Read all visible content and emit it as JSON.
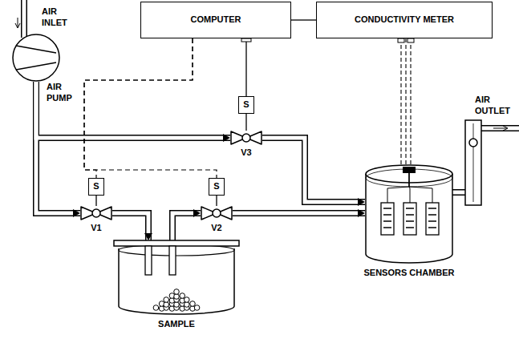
{
  "diagram": {
    "nodes": [
      {
        "text": [
          "COMPUTER"
        ]
      },
      {
        "text": [
          "CONDUCTIVITY METER"
        ]
      },
      {
        "text": [
          "AIR PUMP"
        ]
      },
      {
        "text": [
          "S"
        ]
      },
      {
        "text": [
          "V3"
        ]
      },
      {
        "text": [
          "S"
        ]
      },
      {
        "text": [
          "S"
        ]
      },
      {
        "text": [
          "V1"
        ]
      },
      {
        "text": [
          "V2"
        ]
      },
      {
        "text": [
          "SENSORS CHAMBER"
        ]
      },
      {
        "text": [
          "SAMPLE"
        ]
      }
    ],
    "edges": [
      {
        "from": 0,
        "to": 1,
        "arrow": "none"
      },
      {
        "from": 0,
        "to": 3,
        "arrow": "none"
      },
      {
        "from": 3,
        "to": 4,
        "arrow": "none"
      },
      {
        "from": 0,
        "to": 5,
        "arrow": "none"
      },
      {
        "from": 0,
        "to": 6,
        "arrow": "none"
      },
      {
        "from": 5,
        "to": 7,
        "arrow": "none"
      },
      {
        "from": 6,
        "to": 8,
        "arrow": "none"
      },
      {
        "from": 2,
        "to": 4,
        "arrow": "to"
      },
      {
        "from": 2,
        "to": 7,
        "arrow": "to"
      },
      {
        "from": 7,
        "to": 10,
        "arrow": "to"
      },
      {
        "from": 10,
        "to": 8,
        "arrow": "to"
      },
      {
        "from": 8,
        "to": 9,
        "arrow": "to"
      },
      {
        "from": 4,
        "to": 9,
        "arrow": "to"
      },
      {
        "from": 1,
        "to": 9,
        "arrow": "none"
      }
    ],
    "labels": [
      "AIR INLET",
      "AIR OUTLET"
    ]
  }
}
